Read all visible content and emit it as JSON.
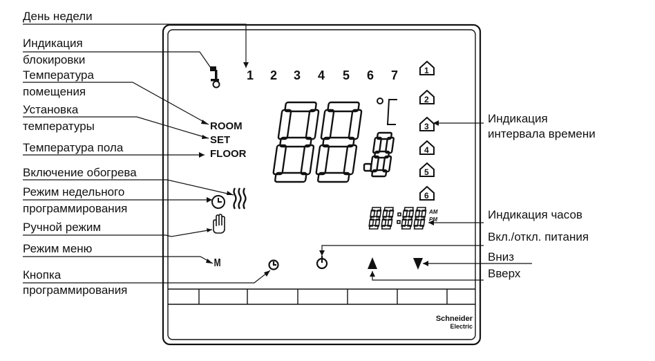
{
  "labels": {
    "day_of_week": "День недели",
    "lock_1": "Индикация",
    "lock_2": "блокировки",
    "room_temp_1": "Температура",
    "room_temp_2": "помещения",
    "set_temp_1": "Установка",
    "set_temp_2": "температуры",
    "floor_temp": "Температура пола",
    "heating_on": "Включение обогрева",
    "weekly_1": "Режим недельного",
    "weekly_2": "программирования",
    "manual": "Ручной режим",
    "menu": "Режим меню",
    "prog_btn_1": "Кнопка",
    "prog_btn_2": "программирования",
    "interval_1": "Индикация",
    "interval_2": "интервала времени",
    "clock": "Индикация часов",
    "power": "Вкл./откл. питания",
    "down": "Вниз",
    "up": "Вверх"
  },
  "display": {
    "days": [
      "1",
      "2",
      "3",
      "4",
      "5",
      "6",
      "7"
    ],
    "intervals": [
      "1",
      "2",
      "3",
      "4",
      "5",
      "6"
    ],
    "mode_room": "ROOM",
    "mode_set": "SET",
    "mode_floor": "FLOOR",
    "temperature": "88.8",
    "unit": "°C",
    "clock": "88:88",
    "am": "AM",
    "pm": "PM"
  },
  "buttons": {
    "menu": "M"
  },
  "brand": {
    "line1": "Schneider",
    "line2": "Electric"
  },
  "icons": {
    "lock": "key-icon",
    "heating": "heat-waves-icon",
    "clock": "clock-icon",
    "manual": "hand-icon",
    "power": "power-icon",
    "up": "triangle-up-icon",
    "down": "triangle-down-icon",
    "interval": "house-icon"
  }
}
